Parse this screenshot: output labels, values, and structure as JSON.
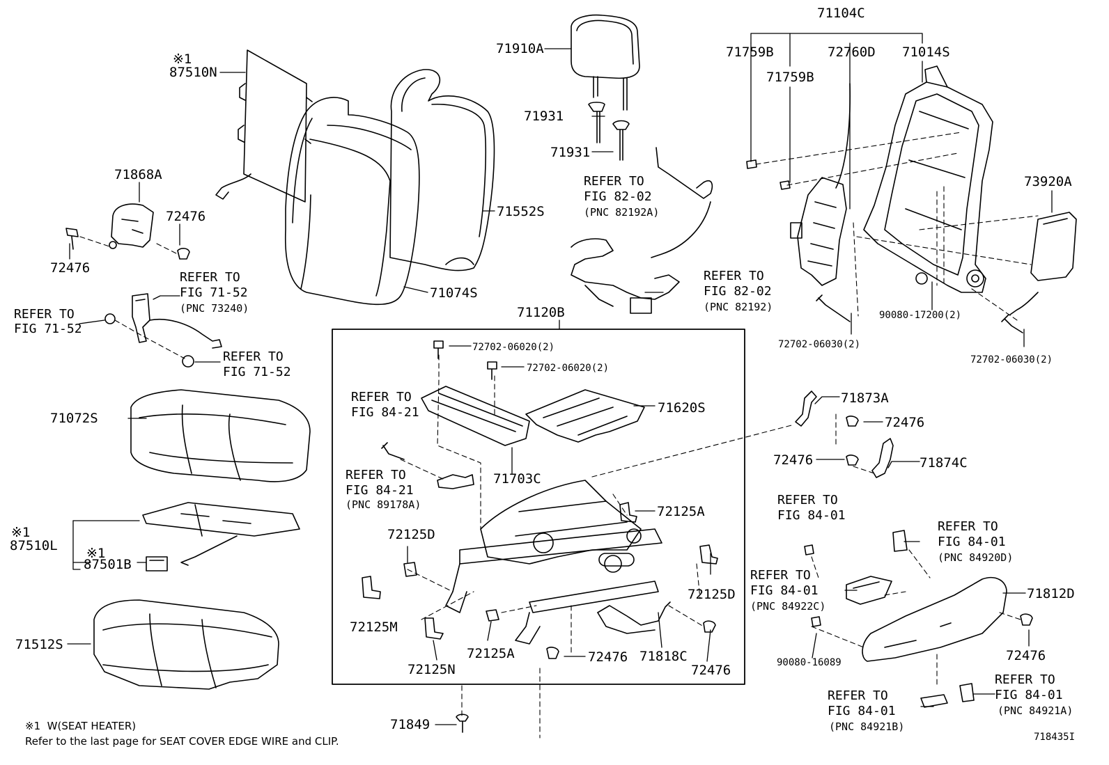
{
  "diagram_id": "718435I",
  "footnote": {
    "mark_line": "※1  W(SEAT HEATER)",
    "note_line": "Refer to the last page for SEAT COVER EDGE WIRE and CLIP."
  },
  "marks": {
    "heater": "※1"
  },
  "parts": {
    "p71104C": "71104C",
    "p71759B_a": "71759B",
    "p71759B_b": "71759B",
    "p72760D": "72760D",
    "p71014S": "71014S",
    "p73920A": "73920A",
    "p90080_17200": "90080-17200(2)",
    "p72702_06030_a": "72702-06030(2)",
    "p72702_06030_b": "72702-06030(2)",
    "p71910A": "71910A",
    "p71931_a": "71931",
    "p71931_b": "71931",
    "p87510N": "87510N",
    "p71868A": "71868A",
    "p72476_a": "72476",
    "p72476_b": "72476",
    "p71552S": "71552S",
    "p71074S": "71074S",
    "p71120B": "71120B",
    "p72702_06020_a": "72702-06020(2)",
    "p72702_06020_b": "72702-06020(2)",
    "p71620S": "71620S",
    "p71703C": "71703C",
    "p71873A": "71873A",
    "p72476_c": "72476",
    "p72476_d": "72476",
    "p71874C": "71874C",
    "p72125A_a": "72125A",
    "p72125D_a": "72125D",
    "p72125D_b": "72125D",
    "p72125M": "72125M",
    "p72125N": "72125N",
    "p72125A_b": "72125A",
    "p72476_e": "72476",
    "p71818C": "71818C",
    "p72476_f": "72476",
    "p71849": "71849",
    "p71072S": "71072S",
    "p87510L": "87510L",
    "p87501B": "87501B",
    "p71512S": "71512S",
    "p71812D": "71812D",
    "p72476_g": "72476",
    "p90080_16089": "90080-16089"
  },
  "refs": {
    "fig8202_a": {
      "l1": "REFER TO",
      "l2": "FIG 82-02",
      "pnc": "(PNC 82192A)"
    },
    "fig8202_b": {
      "l1": "REFER TO",
      "l2": "FIG 82-02",
      "pnc": "(PNC 82192)"
    },
    "fig7152_a": {
      "l1": "REFER TO",
      "l2": "FIG 71-52",
      "pnc": "(PNC 73240)"
    },
    "fig7152_b": {
      "l1": "REFER TO",
      "l2": "FIG 71-52"
    },
    "fig7152_c": {
      "l1": "REFER TO",
      "l2": "FIG 71-52"
    },
    "fig8421_a": {
      "l1": "REFER TO",
      "l2": "FIG 84-21"
    },
    "fig8421_b": {
      "l1": "REFER TO",
      "l2": "FIG 84-21",
      "pnc": "(PNC 89178A)"
    },
    "fig8401_a": {
      "l1": "REFER TO",
      "l2": "FIG 84-01"
    },
    "fig8401_b": {
      "l1": "REFER TO",
      "l2": "FIG 84-01",
      "pnc": "(PNC 84920D)"
    },
    "fig8401_c": {
      "l1": "REFER TO",
      "l2": "FIG 84-01",
      "pnc": "(PNC 84922C)"
    },
    "fig8401_d": {
      "l1": "REFER TO",
      "l2": "FIG 84-01",
      "pnc": "(PNC 84921B)"
    },
    "fig8401_e": {
      "l1": "REFER TO",
      "l2": "FIG 84-01",
      "pnc": "(PNC 84921A)"
    }
  },
  "colors": {
    "ink": "#000000",
    "background": "#ffffff"
  }
}
